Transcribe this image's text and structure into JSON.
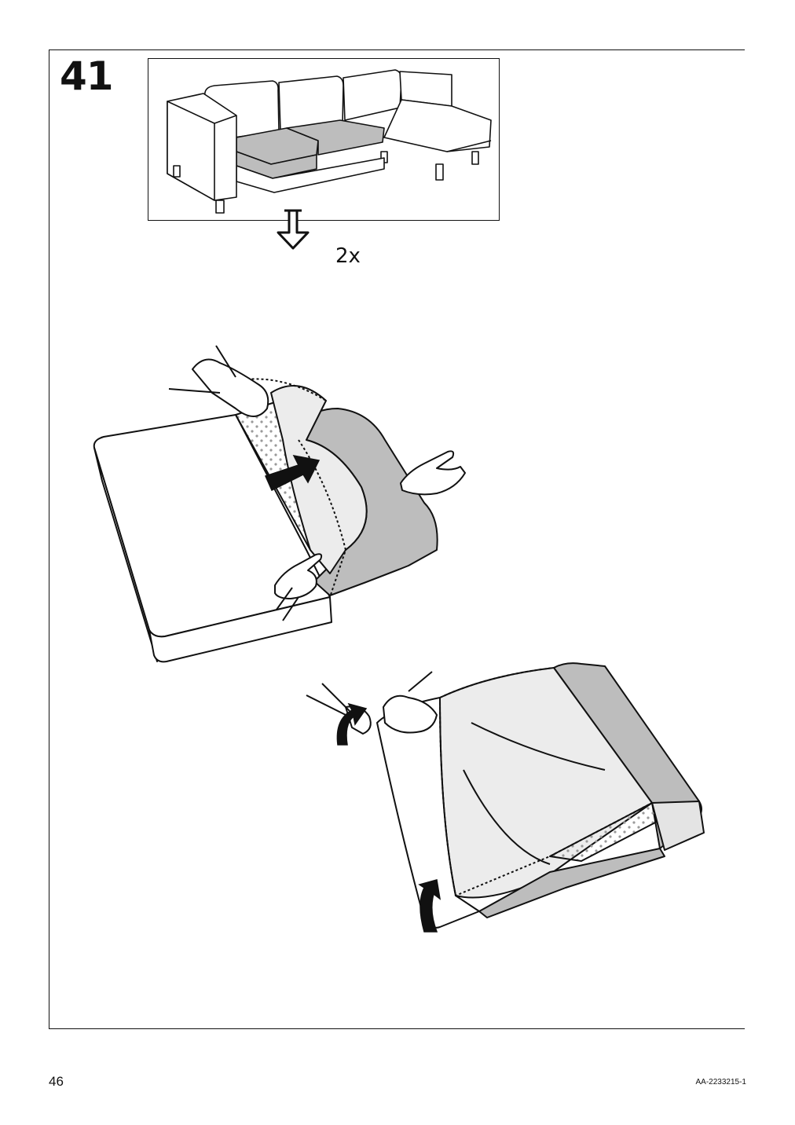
{
  "step": {
    "number": "41"
  },
  "overview": {
    "quantity": "2x"
  },
  "footer": {
    "page_number": "46",
    "document_code": "AA-2233215-1"
  },
  "colors": {
    "ink": "#111111",
    "cushion_grey": "#bdbdbd",
    "cover_light": "#ececec",
    "dots": "#9a9a9a"
  },
  "icons": [
    "down-arrow-icon",
    "push-arrow-icon",
    "rotate-arrow-icon"
  ]
}
